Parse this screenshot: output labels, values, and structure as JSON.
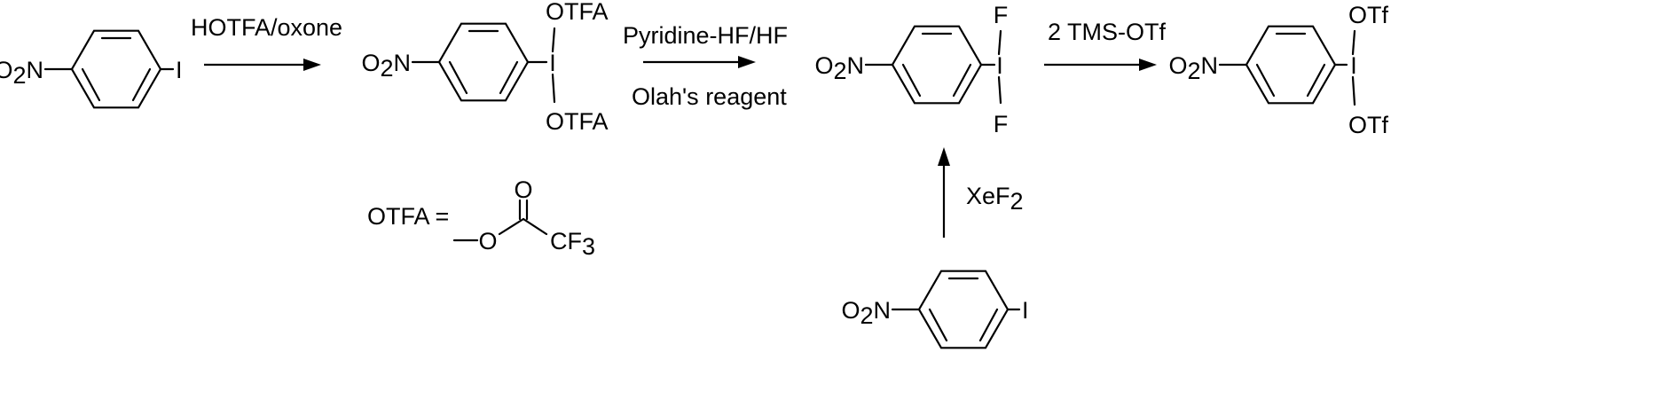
{
  "colors": {
    "ink": "#000000",
    "background": "#ffffff"
  },
  "atoms": {
    "nitro_O": "O",
    "nitro_sub": "2",
    "nitro_N": "N",
    "iodine": "I",
    "otfa": "OTFA",
    "fluorine": "F",
    "otf": "OTf",
    "oxygen": "O",
    "cf3_C": "CF",
    "cf3_sub": "3"
  },
  "reactions": {
    "step1_reagent": "HOTFA/oxone",
    "step2_reagent_top": "Pyridine-HF/HF",
    "step2_reagent_bottom": "Olah's reagent",
    "step3_reagent": "2 TMS-OTf",
    "step4_reagent_main": "XeF",
    "step4_reagent_sub": "2"
  },
  "legend": {
    "otfa_definition_label": "OTFA ="
  }
}
